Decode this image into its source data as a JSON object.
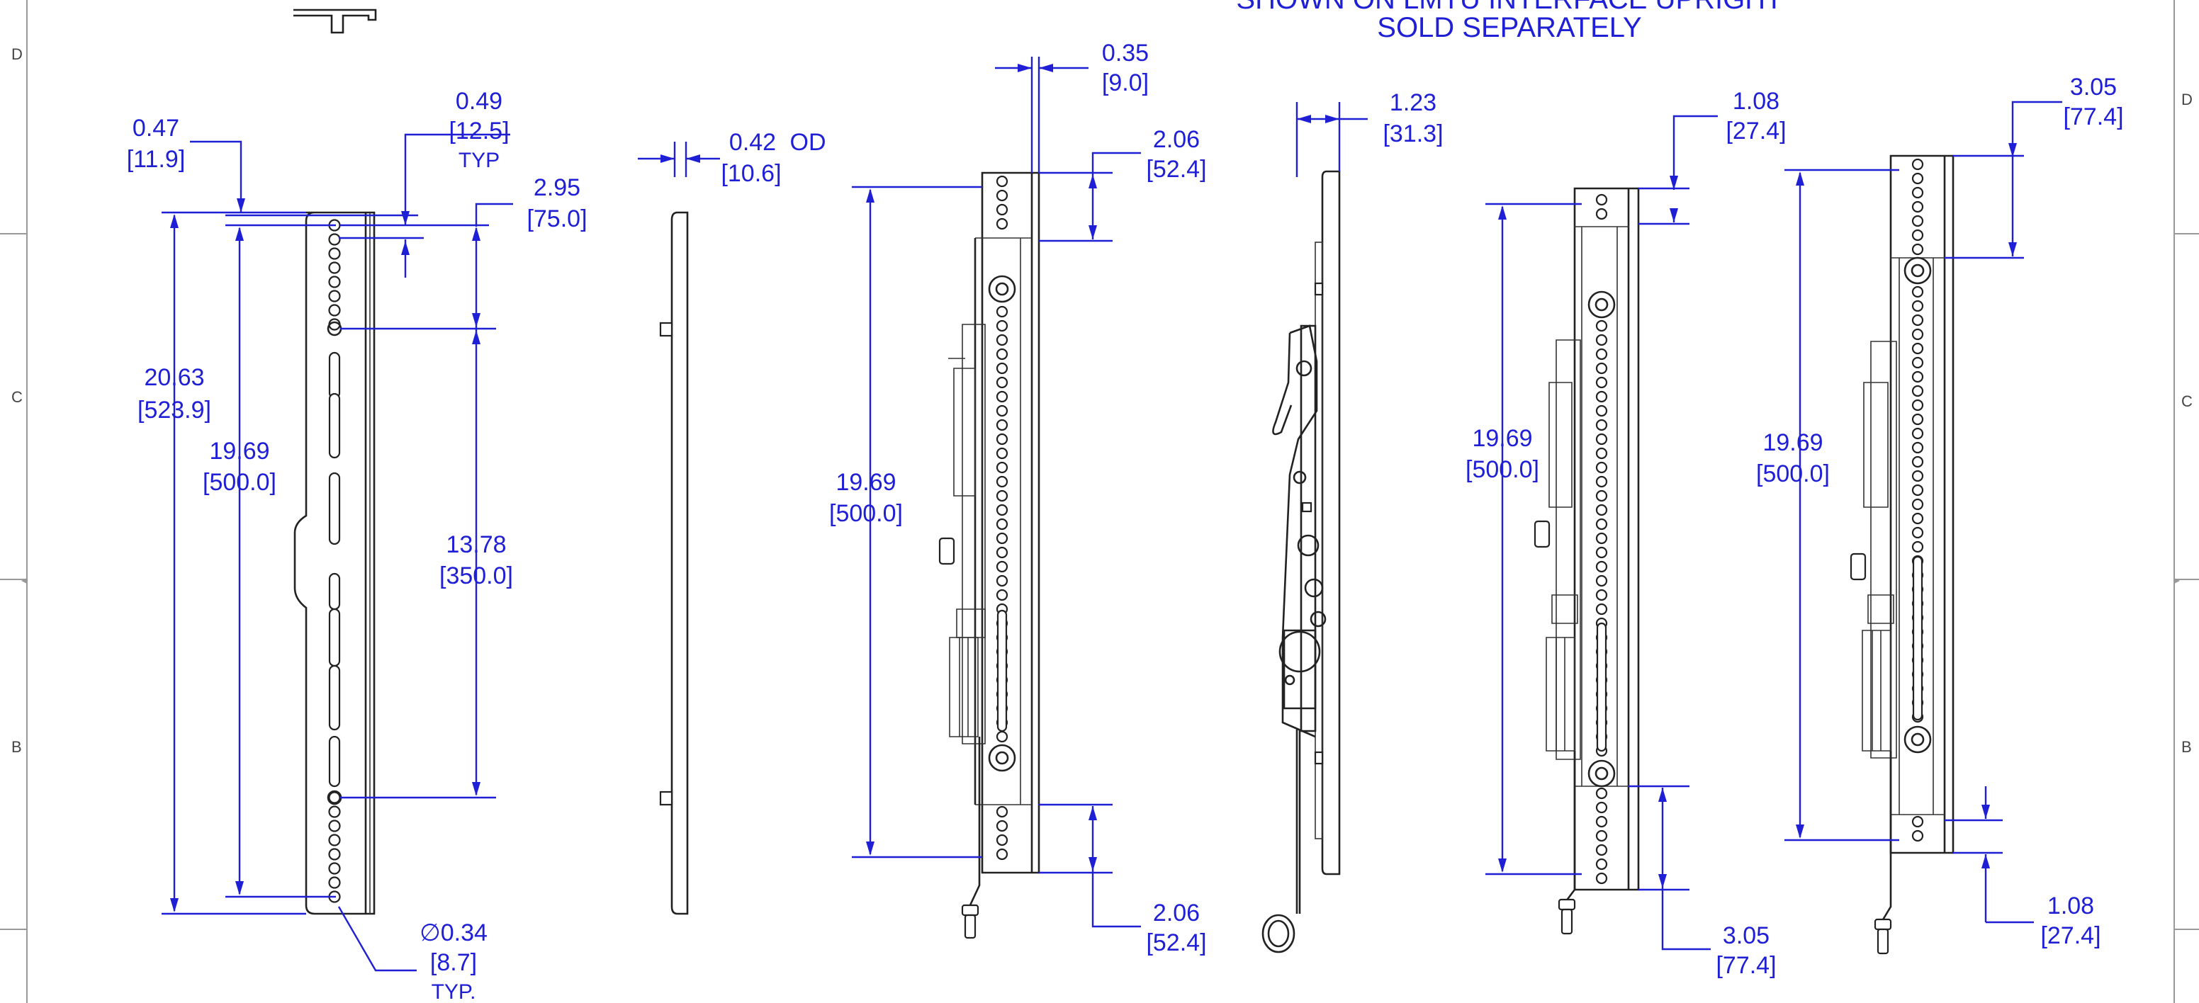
{
  "header": {
    "line1": "SHOWN ON LMTU INTERFACE UPRIGHT",
    "line2": "SOLD SEPARATELY"
  },
  "zones": {
    "left": [
      "D",
      "C",
      "B"
    ],
    "right": [
      "D",
      "C",
      "B"
    ]
  },
  "dimensions": {
    "v1_0_47": {
      "in": "0.47",
      "mm": "[11.9]"
    },
    "v1_0_49": {
      "in": "0.49",
      "mm": "[12.5]",
      "note": "TYP"
    },
    "v1_2_95": {
      "in": "2.95",
      "mm": "[75.0]"
    },
    "v1_20_63": {
      "in": "20.63",
      "mm": "[523.9]"
    },
    "v1_19_69": {
      "in": "19.69",
      "mm": "[500.0]"
    },
    "v1_13_78": {
      "in": "13.78",
      "mm": "[350.0]"
    },
    "v1_hole": {
      "in": "∅0.34",
      "mm": "[8.7]",
      "note": "TYP."
    },
    "v2_0_42": {
      "in": "0.42",
      "mm": "[10.6]",
      "note": "OD"
    },
    "v3_0_35": {
      "in": "0.35",
      "mm": "[9.0]"
    },
    "v3_2_06_top": {
      "in": "2.06",
      "mm": "[52.4]"
    },
    "v3_19_69": {
      "in": "19.69",
      "mm": "[500.0]"
    },
    "v3_2_06_bot": {
      "in": "2.06",
      "mm": "[52.4]"
    },
    "v4_1_23": {
      "in": "1.23",
      "mm": "[31.3]"
    },
    "v5_1_08": {
      "in": "1.08",
      "mm": "[27.4]"
    },
    "v5_19_69": {
      "in": "19.69",
      "mm": "[500.0]"
    },
    "v5_3_05": {
      "in": "3.05",
      "mm": "[77.4]"
    },
    "v6_3_05": {
      "in": "3.05",
      "mm": "[77.4]"
    },
    "v6_19_69": {
      "in": "19.69",
      "mm": "[500.0]"
    },
    "v6_1_08": {
      "in": "1.08",
      "mm": "[27.4]"
    }
  }
}
